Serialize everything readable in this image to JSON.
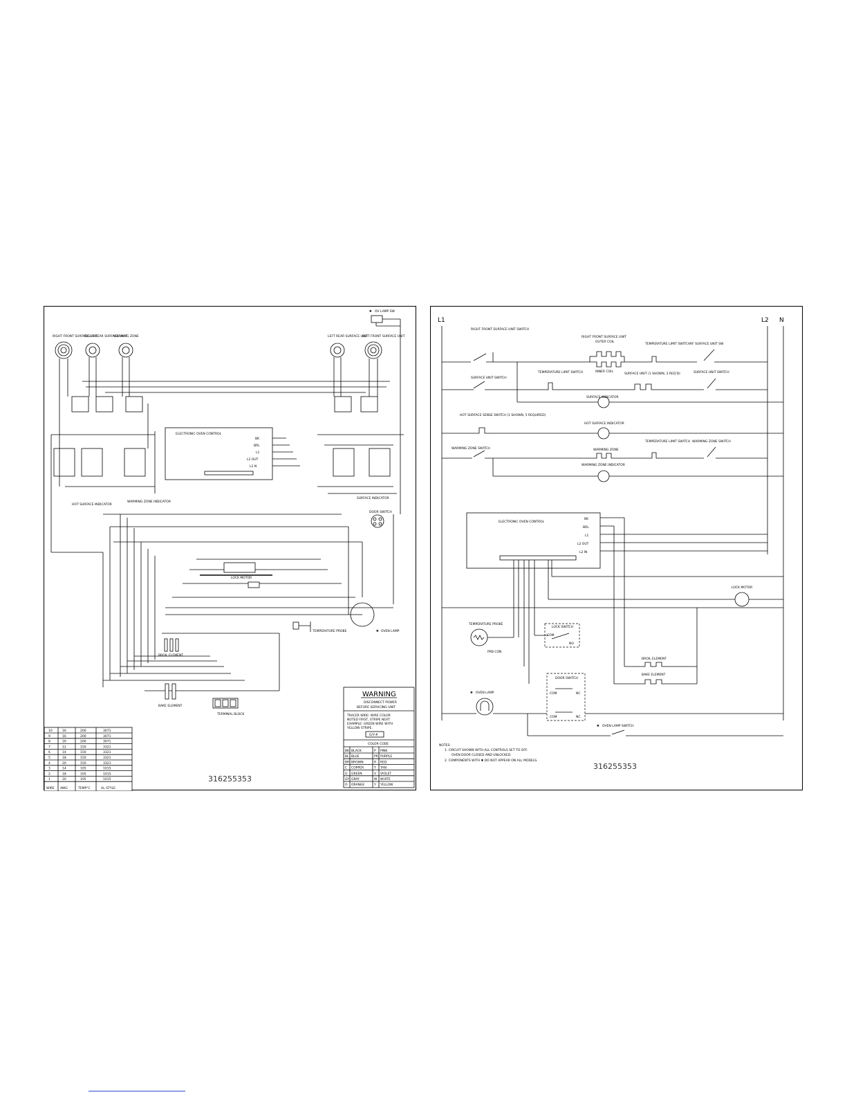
{
  "left_panel": {
    "component_labels": {
      "rf_surface_unit": "RIGHT FRONT SURFACE UNIT",
      "rr_surface_unit": "RIGHT REAR SURFACE UNIT",
      "warming_zone": "WARMING ZONE",
      "lr_surface_unit": "LEFT REAR SURFACE UNIT",
      "lf_surface_unit": "LEFT FRONT SURFACE UNIT",
      "oven_control": "ELECTRONIC OVEN CONTROL",
      "hot_surface_indicator": "HOT SURFACE INDICATOR",
      "warming_zone_indicator": "WARMING ZONE INDICATOR",
      "surface_indicator": "SURFACE INDICATOR",
      "door_switch": "DOOR SWITCH",
      "lock_motor": "LOCK MOTOR",
      "oven_lamp": "OVEN LAMP",
      "temperature_probe": "TEMPERATURE PROBE",
      "broil_element": "BROIL ELEMENT",
      "bake_element": "BAKE ELEMENT",
      "terminal_block": "TERMINAL BLOCK",
      "ov_lamp_sw": "OV LAMP SW"
    },
    "control_terminals": [
      "BK",
      "BRL",
      "L1",
      "L2 OUT",
      "L2 N"
    ],
    "warning": {
      "title": "WARNING",
      "line1": "DISCONNECT POWER",
      "line2": "BEFORE SERVICING UNIT.",
      "tracer1": "TRACER WIRE: WIRE COLOR",
      "tracer2": "NOTED FIRST, STRIPE NEXT",
      "tracer3": "EXAMPLE: GREEN WIRE WITH",
      "tracer4": "YELLOW STRIPE.",
      "example_tag": "G/Y-#"
    },
    "color_code": {
      "title": "COLOR CODE",
      "rows": [
        [
          "BK",
          "BLACK",
          "P",
          "PINK"
        ],
        [
          "BL",
          "BLUE",
          "PR",
          "PURPLE"
        ],
        [
          "BR",
          "BROWN",
          "R",
          "RED"
        ],
        [
          "C",
          "COPPER",
          "T",
          "TAN"
        ],
        [
          "G",
          "GREEN",
          "V",
          "VIOLET"
        ],
        [
          "GY",
          "GRAY",
          "W",
          "WHITE"
        ],
        [
          "O",
          "ORANGE",
          "Y",
          "YELLOW"
        ]
      ]
    },
    "wire_table": {
      "headers": [
        "WIRE",
        "AWG",
        "TEMP°C",
        "UL STYLE"
      ],
      "rows": [
        [
          "10",
          "16",
          "200",
          "3071"
        ],
        [
          "9",
          "16",
          "200",
          "3071"
        ],
        [
          "8",
          "20",
          "200",
          "3071"
        ],
        [
          "7",
          "12",
          "150",
          "3321"
        ],
        [
          "6",
          "14",
          "150",
          "3321"
        ],
        [
          "5",
          "18",
          "150",
          "3321"
        ],
        [
          "4",
          "20",
          "150",
          "3321"
        ],
        [
          "3",
          "14",
          "105",
          "1015"
        ],
        [
          "2",
          "18",
          "105",
          "1015"
        ],
        [
          "1",
          "20",
          "105",
          "1015"
        ]
      ]
    },
    "part_number": "316255353"
  },
  "right_panel": {
    "rails": {
      "l1": "L1",
      "l2": "L2",
      "n": "N"
    },
    "labels": {
      "rf_switch": "RIGHT FRONT SURFACE UNIT SWITCH",
      "rf_unit": "RIGHT FRONT SURFACE UNIT",
      "outer_coil": "OUTER COIL",
      "inner_coil": "INNER COIL",
      "temp_limit_switch": "TEMPERATURE LIMIT SWITCH",
      "rf_surface_unit_sw": "RF SURFACE UNIT SW",
      "surface_unit_switch": "SURFACE UNIT SWITCH",
      "surface_unit_note": "SURFACE UNIT (1 SHOWN, 3 REQ'D)",
      "surface_unit_switch_r": "SURFACE UNIT SWITCH",
      "surface_indicator": "SURFACE INDICATOR",
      "hot_surface_sense": "HOT SURFACE SENSE SWITCH (1 SHOWN, 5 REQUIRED)",
      "hot_surface_indicator": "HOT SURFACE INDICATOR",
      "warming_zone_switch": "WARMING ZONE SWITCH",
      "warming_zone": "WARMING ZONE",
      "warming_zone_switch_r": "WARMING ZONE SWITCH",
      "warming_zone_indicator": "WARMING ZONE INDICATOR",
      "oven_control": "ELECTRONIC OVEN CONTROL",
      "lock_motor": "LOCK MOTOR",
      "temperature_probe": "TEMPERATURE PROBE",
      "prb_con": "PRB CON",
      "lock_switch": "LOCK SWITCH",
      "broil_element": "BROIL ELEMENT",
      "bake_element": "BAKE ELEMENT",
      "door_switch": "DOOR SWITCH",
      "oven_lamp": "OVEN LAMP",
      "oven_lamp_switch": "OVEN LAMP SWITCH",
      "com": "COM",
      "no": "NO",
      "nc": "NC"
    },
    "control_terminals": [
      "BK",
      "BRL",
      "L1",
      "L2 OUT",
      "L2 IN"
    ],
    "notes": {
      "title": "NOTES:",
      "n1a": "1.  CIRCUIT SHOWN WITH ALL CONTROLS SET TO OFF.",
      "n1b": "OVEN DOOR CLOSED AND UNLOCKED.",
      "n2": "2.  COMPONENTS WITH  ✱  DO NOT APPEAR ON ALL MODELS."
    },
    "part_number": "316255353"
  }
}
